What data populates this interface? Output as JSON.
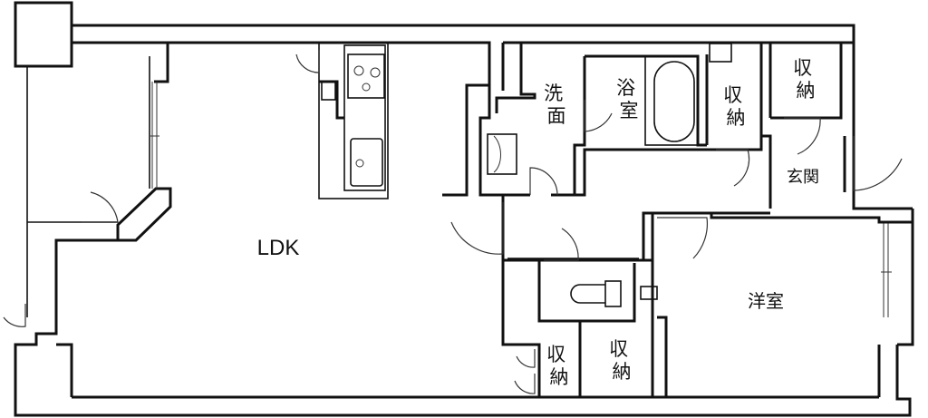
{
  "floorplan": {
    "rooms": {
      "ldk": "LDK",
      "western_room": "洋室",
      "bathroom": "浴室",
      "washroom": "洗面",
      "entrance": "玄関",
      "storage_a": "収納",
      "storage_b": "収納",
      "storage_c": "収納",
      "storage_d": "収納"
    }
  }
}
